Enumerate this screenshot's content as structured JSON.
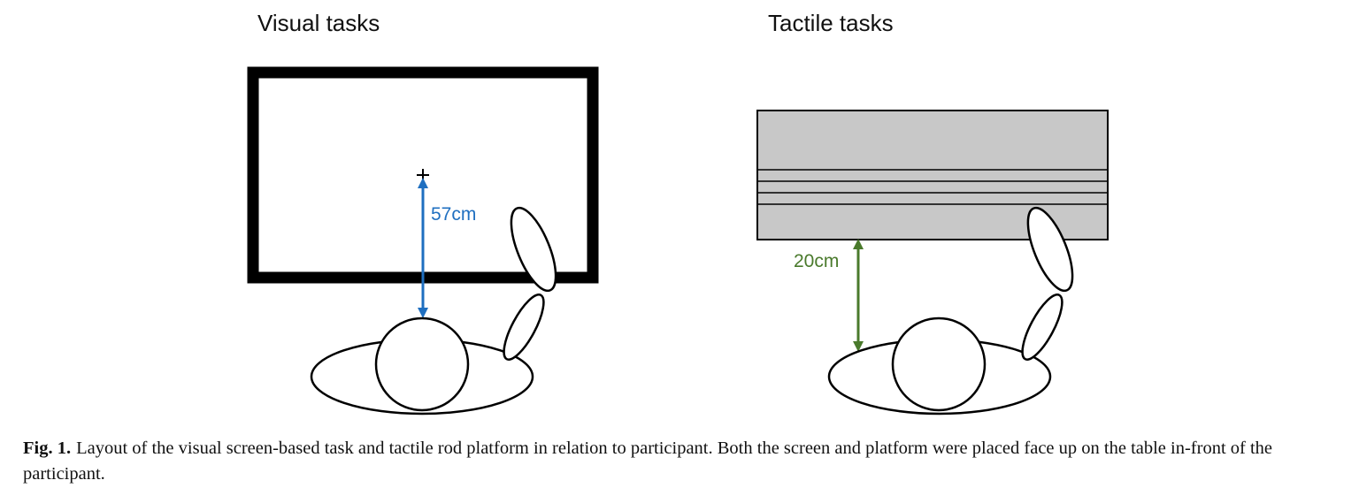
{
  "panels": {
    "visual": {
      "title": "Visual tasks",
      "distance_label": "57cm"
    },
    "tactile": {
      "title": "Tactile tasks",
      "distance_label": "20cm"
    }
  },
  "colors": {
    "visual_arrow": "#1f6fc0",
    "tactile_arrow": "#4a7a2c",
    "platform_fill": "#c8c8c8",
    "outline": "#000000"
  },
  "caption": {
    "label": "Fig. 1.",
    "text": "Layout of the visual screen-based task and tactile rod platform in relation to participant. Both the screen and platform were placed face up on the table in-front of the participant."
  }
}
